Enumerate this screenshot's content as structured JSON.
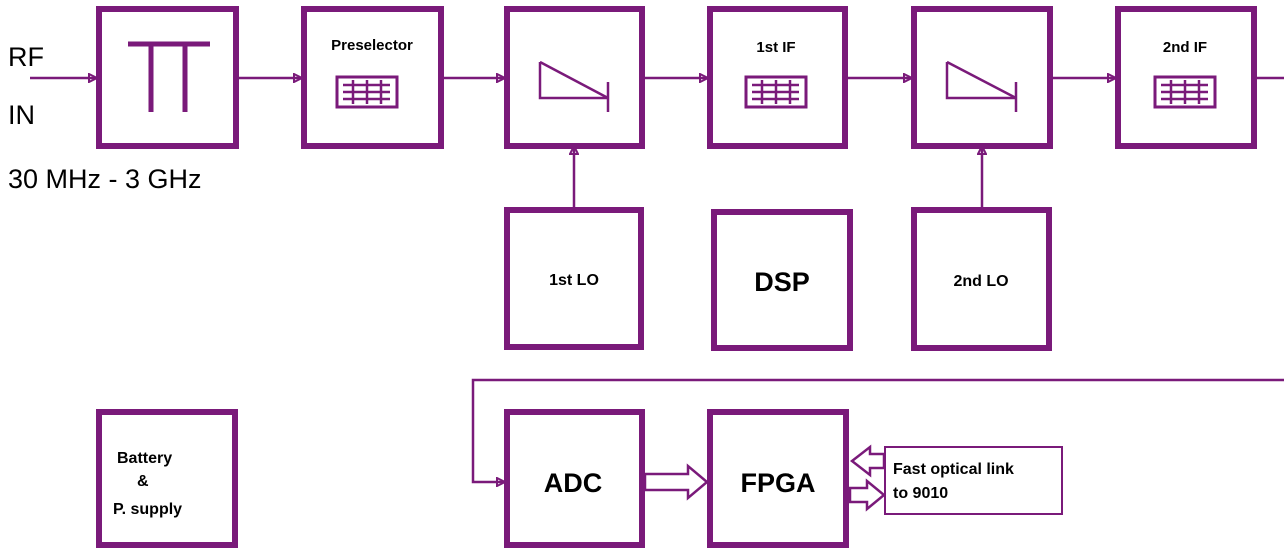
{
  "input": {
    "label_line1": "RF",
    "label_line2": "IN",
    "range": "30 MHz - 3 GHz"
  },
  "blocks": {
    "preselector": "Preselector",
    "first_if": "1st IF",
    "second_if": "2nd IF",
    "first_lo": "1st LO",
    "dsp": "DSP",
    "second_lo": "2nd LO",
    "battery_line1": "Battery",
    "battery_line2": "&",
    "battery_line3": "P. supply",
    "adc": "ADC",
    "fpga": "FPGA",
    "optical_line1": "Fast optical link",
    "optical_line2": "to 9010"
  },
  "colors": {
    "block_border": "#7a1a7a",
    "text": "#000000",
    "background": "#ffffff"
  }
}
